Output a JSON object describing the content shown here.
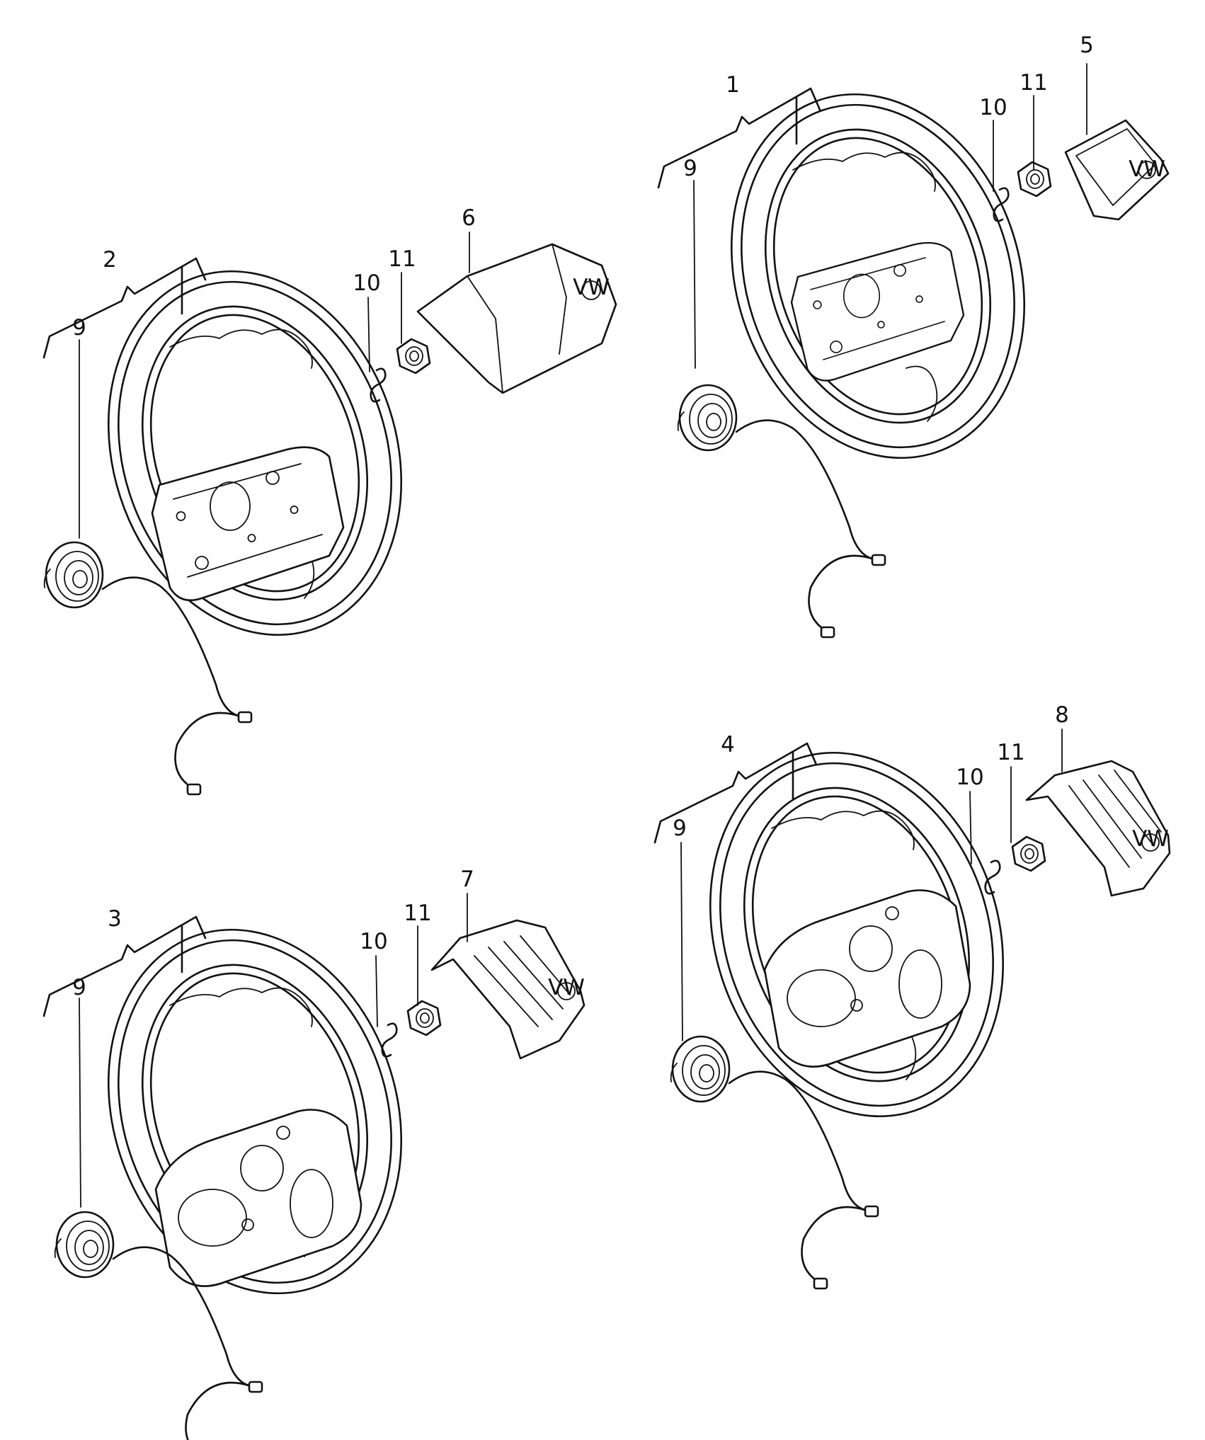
{
  "diagram": {
    "callouts": {
      "c1": "1",
      "c2": "2",
      "c3": "3",
      "c4": "4",
      "c5": "5",
      "c6": "6",
      "c7": "7",
      "c8": "8",
      "c9": "9",
      "c10": "10",
      "c11": "11"
    },
    "emblem": "VW",
    "colors": {
      "ink": "#111111",
      "paper": "#ffffff"
    }
  }
}
